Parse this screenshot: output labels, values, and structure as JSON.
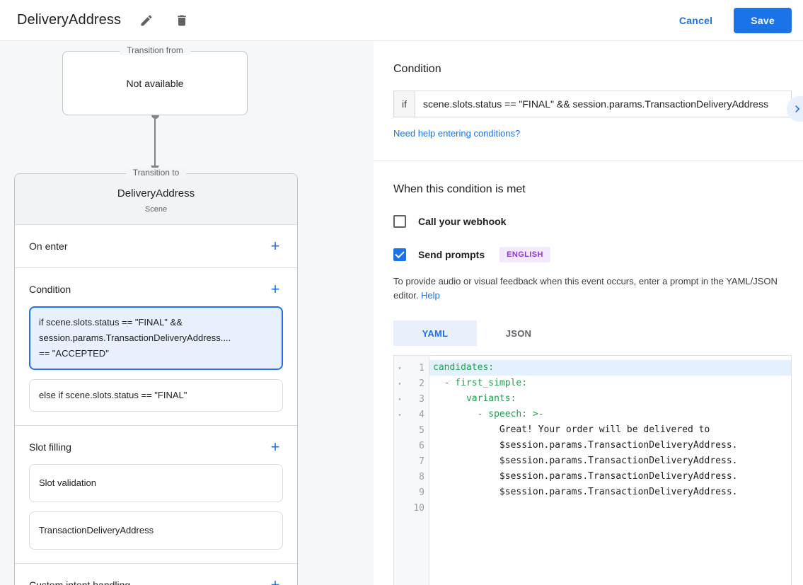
{
  "header": {
    "title": "DeliveryAddress",
    "cancel_label": "Cancel",
    "save_label": "Save"
  },
  "flow": {
    "transition_from": {
      "legend": "Transition from",
      "value": "Not available"
    },
    "transition_to": {
      "legend": "Transition to",
      "title": "DeliveryAddress",
      "subtitle": "Scene",
      "sections": {
        "on_enter": {
          "label": "On enter"
        },
        "condition": {
          "label": "Condition",
          "items": [
            {
              "text": "if scene.slots.status == \"FINAL\" &&\nsession.params.TransactionDeliveryAddress....\n== \"ACCEPTED\"",
              "selected": true
            },
            {
              "text": "else if scene.slots.status == \"FINAL\"",
              "selected": false
            }
          ]
        },
        "slot_filling": {
          "label": "Slot filling",
          "items": [
            {
              "text": "Slot validation"
            },
            {
              "text": "TransactionDeliveryAddress"
            }
          ]
        },
        "custom_intent": {
          "label": "Custom intent handling"
        }
      }
    }
  },
  "condition_panel": {
    "heading": "Condition",
    "if_label": "if",
    "if_value": "scene.slots.status == \"FINAL\" && session.params.TransactionDeliveryAddress",
    "help_link": "Need help entering conditions?"
  },
  "when_met": {
    "heading": "When this condition is met",
    "webhook": {
      "label": "Call your webhook",
      "checked": false
    },
    "send_prompts": {
      "label": "Send prompts",
      "checked": true,
      "badge": "ENGLISH"
    },
    "description": "To provide audio or visual feedback when this event occurs, enter a prompt in the YAML/JSON editor. ",
    "help_link": "Help"
  },
  "editor": {
    "tabs": [
      {
        "label": "YAML",
        "active": true
      },
      {
        "label": "JSON",
        "active": false
      }
    ],
    "fold_icon": "▾",
    "lines": [
      {
        "num": 1,
        "text": "candidates:",
        "kind": "key",
        "fold": true,
        "highlight": true
      },
      {
        "num": 2,
        "text": "  - first_simple:",
        "kind": "key",
        "fold": true
      },
      {
        "num": 3,
        "text": "      variants:",
        "kind": "key",
        "fold": true
      },
      {
        "num": 4,
        "text": "        - speech: >-",
        "kind": "key",
        "fold": true
      },
      {
        "num": 5,
        "text": "            Great! Your order will be delivered to",
        "kind": "text"
      },
      {
        "num": 6,
        "text": "            $session.params.TransactionDeliveryAddress.",
        "kind": "text"
      },
      {
        "num": 7,
        "text": "            $session.params.TransactionDeliveryAddress.",
        "kind": "text"
      },
      {
        "num": 8,
        "text": "            $session.params.TransactionDeliveryAddress.",
        "kind": "text"
      },
      {
        "num": 9,
        "text": "            $session.params.TransactionDeliveryAddress.",
        "kind": "text"
      },
      {
        "num": 10,
        "text": "",
        "kind": "text"
      }
    ]
  },
  "colors": {
    "accent_blue": "#1a73e8",
    "selected_chip_bg": "#e8f0fe",
    "badge_purple": "#9334e6",
    "yaml_key_green": "#1ea050"
  }
}
